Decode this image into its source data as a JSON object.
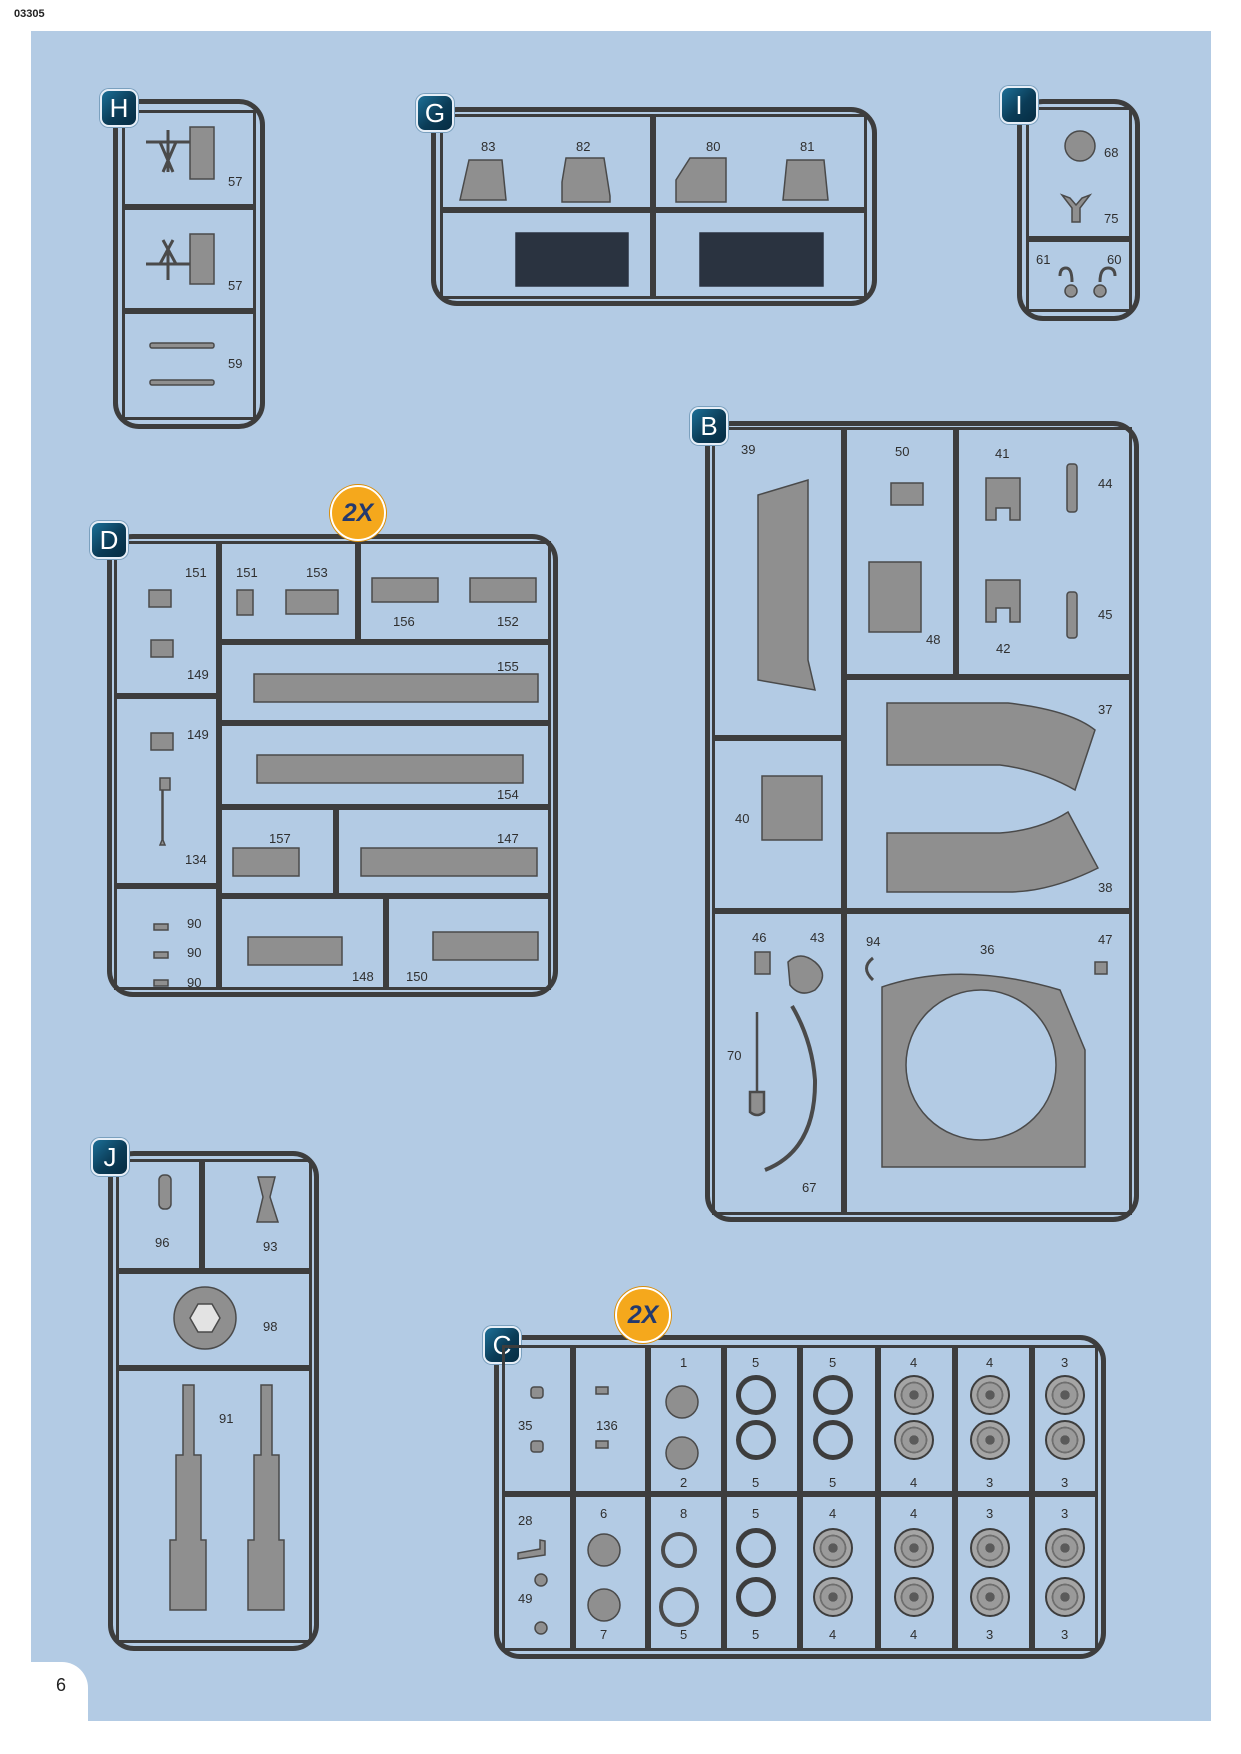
{
  "document_code": "03305",
  "page_number": "6",
  "multipliers": {
    "sprue_d": "2X",
    "sprue_c": "2X"
  },
  "sprues": {
    "H": {
      "letter": "H",
      "labels": [
        "57",
        "57",
        "59"
      ]
    },
    "G": {
      "letter": "G",
      "labels": [
        "83",
        "82",
        "80",
        "81"
      ]
    },
    "I": {
      "letter": "I",
      "labels": [
        "68",
        "75",
        "61",
        "60"
      ]
    },
    "B": {
      "letter": "B",
      "labels": [
        "39",
        "50",
        "41",
        "44",
        "48",
        "42",
        "45",
        "37",
        "40",
        "38",
        "46",
        "43",
        "94",
        "36",
        "47",
        "70",
        "67"
      ]
    },
    "D": {
      "letter": "D",
      "labels": [
        "151",
        "151",
        "153",
        "156",
        "152",
        "149",
        "155",
        "149",
        "154",
        "134",
        "157",
        "147",
        "90",
        "90",
        "90",
        "148",
        "150"
      ]
    },
    "J": {
      "letter": "J",
      "labels": [
        "96",
        "93",
        "98",
        "91"
      ]
    },
    "C": {
      "letter": "C",
      "labels": [
        "1",
        "5",
        "5",
        "4",
        "4",
        "3",
        "35",
        "136",
        "2",
        "5",
        "5",
        "4",
        "3",
        "3",
        "28",
        "6",
        "8",
        "5",
        "4",
        "4",
        "3",
        "3",
        "49",
        "7",
        "5",
        "5",
        "4",
        "4",
        "3",
        "3"
      ]
    }
  },
  "colors": {
    "page_background": "#b3cbe4",
    "sprue_frame": "#3d3d3d",
    "part_fill": "#8f8f8f",
    "decal_panel": "#2a3340",
    "badge": "#0b3c57",
    "multiplier": "#f5a81c"
  }
}
